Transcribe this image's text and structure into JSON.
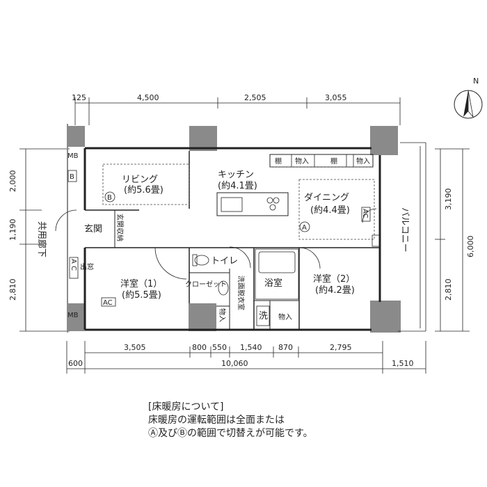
{
  "compass": {
    "label": "N"
  },
  "dimensions": {
    "top": [
      "125",
      "4,500",
      "2,505",
      "3,055"
    ],
    "bottom_row1": [
      "3,505",
      "800",
      "550",
      "1,540",
      "870",
      "2,795"
    ],
    "bottom_row2": [
      "600",
      "10,060",
      "1,510"
    ],
    "left": [
      "2,000",
      "1,190",
      "2,810"
    ],
    "right_inner": [
      "3,190",
      "2,810"
    ],
    "right_outer": "6,000"
  },
  "rooms": {
    "living": {
      "name": "リビング",
      "area": "(約5.6畳)",
      "zone": "B"
    },
    "kitchen": {
      "name": "キッチン",
      "area": "(約4.1畳)"
    },
    "dining": {
      "name": "ダイニング",
      "area": "(約4.4畳)",
      "zone": "A"
    },
    "western1": {
      "name": "洋室（1）",
      "area": "(約5.5畳)"
    },
    "western2": {
      "name": "洋室（2）",
      "area": "(約4.2畳)"
    },
    "bath": {
      "name": "浴室"
    },
    "toilet": {
      "name": "トイレ"
    },
    "washroom": {
      "name": "洗面脱衣室"
    },
    "entrance": {
      "name": "玄関"
    },
    "entrance_storage": "玄関収納",
    "closet": "クローゼット",
    "balcony": "バルコニー",
    "corridor": "共用廊下"
  },
  "labels": {
    "mb_top": "MB",
    "mb_bottom": "MB",
    "b_box": "B",
    "shelf1": "棚",
    "storage1": "物入",
    "shelf2": "棚",
    "storage2": "物入",
    "ac": "AC",
    "ac_box": "AC",
    "window_bay": "出窓",
    "ac_left": "A C",
    "wash": "洗",
    "storage_bath": "物入",
    "storage_wash": "物入"
  },
  "notes": {
    "heading": "[床暖房について]",
    "line1": "床暖房の運転範囲は全面または",
    "line2": "Ⓐ及びⒷの範囲で切替えが可能です。"
  }
}
